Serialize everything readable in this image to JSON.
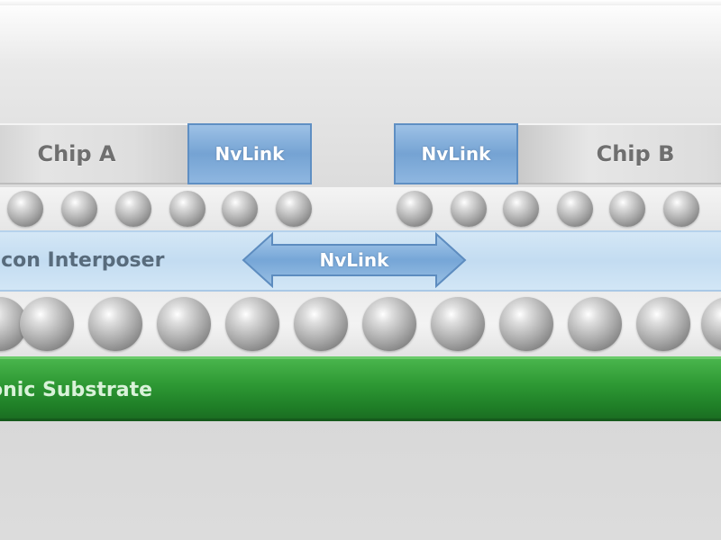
{
  "diagram": {
    "chip_a_label": "Chip A",
    "chip_b_label": "Chip B",
    "nvlink_a_label": "NvLink",
    "nvlink_b_label": "NvLink",
    "interposer_label": "licon Interposer",
    "interposer_nvlink_label": "NvLink",
    "substrate_label": "onic Substrate"
  },
  "colors": {
    "nvlink_blue": "#7aa7d6",
    "interposer_blue": "#c9e0f3",
    "substrate_green": "#2e9a34",
    "bump_gray": "#a8a8a8"
  },
  "icons": {
    "interposer_link": "double-arrow-icon",
    "bumps": "solder-ball-icon"
  }
}
